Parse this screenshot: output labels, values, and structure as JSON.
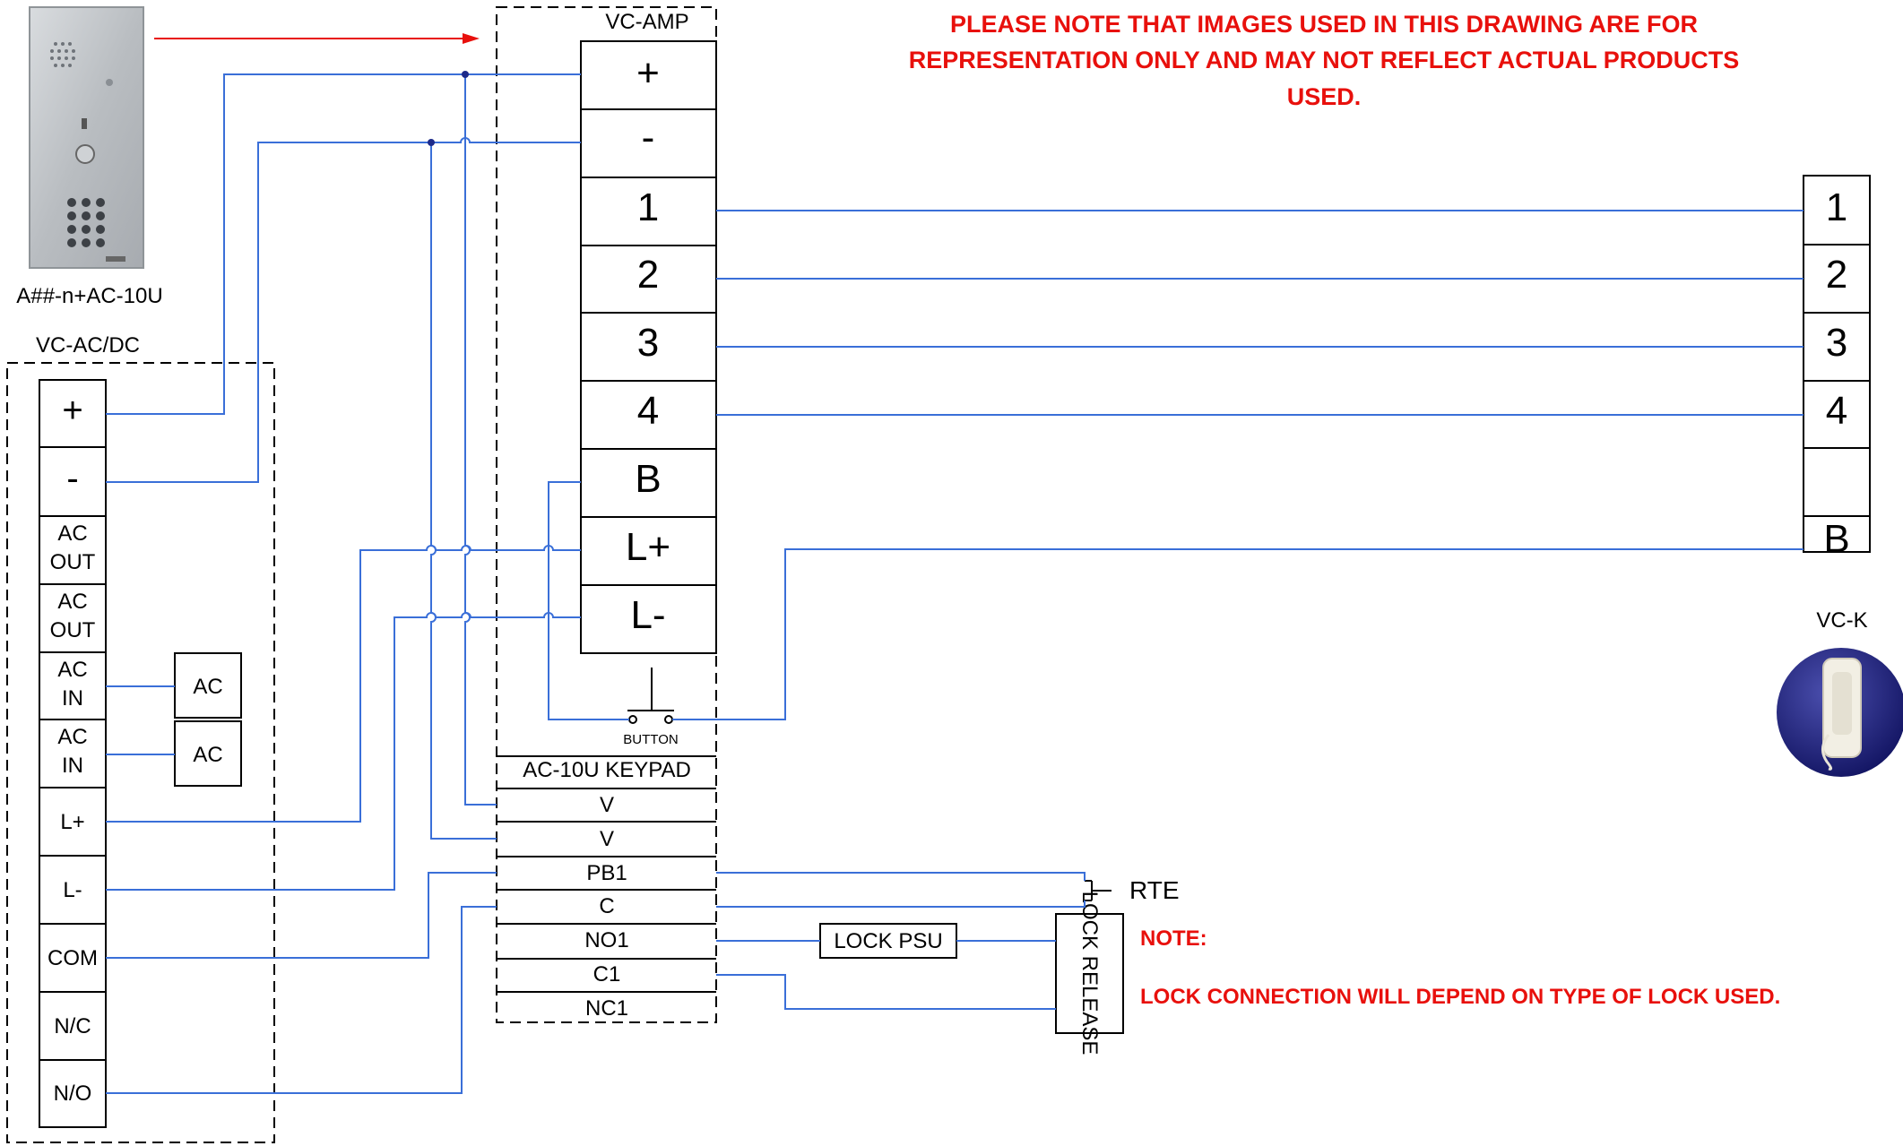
{
  "colors": {
    "wire": "#3a6fd8",
    "arrow": "#e8100c",
    "note": "#e8100c",
    "box": "#000000",
    "handset_bg": "#1c1f73"
  },
  "panel": {
    "model": "A##-n+AC-10U"
  },
  "psu": {
    "title": "VC-AC/DC",
    "terminals": [
      "+",
      "-",
      "AC OUT",
      "AC OUT",
      "AC IN",
      "AC IN",
      "L+",
      "L-",
      "COM",
      "N/C",
      "N/O"
    ],
    "ac_boxes": [
      "AC",
      "AC"
    ]
  },
  "amp": {
    "title": "VC-AMP",
    "terminals": [
      "+",
      "-",
      "1",
      "2",
      "3",
      "4",
      "B",
      "L+",
      "L-"
    ],
    "button_label": "BUTTON"
  },
  "keypad": {
    "title": "AC-10U KEYPAD",
    "terminals": [
      "V",
      "V",
      "PB1",
      "C",
      "NO1",
      "C1",
      "NC1"
    ]
  },
  "handset": {
    "title": "VC-K",
    "terminals": [
      "1",
      "2",
      "3",
      "4",
      "",
      "B"
    ]
  },
  "lock_psu": "LOCK PSU",
  "lock_release": "LOCK RELEASE",
  "rte": "RTE",
  "notes": {
    "top": [
      "PLEASE NOTE THAT IMAGES USED IN THIS DRAWING ARE FOR",
      "REPRESENTATION ONLY AND MAY NOT REFLECT ACTUAL PRODUCTS",
      "USED."
    ],
    "note_title": "NOTE:",
    "lock_note": "LOCK CONNECTION WILL DEPEND ON TYPE OF LOCK USED."
  }
}
